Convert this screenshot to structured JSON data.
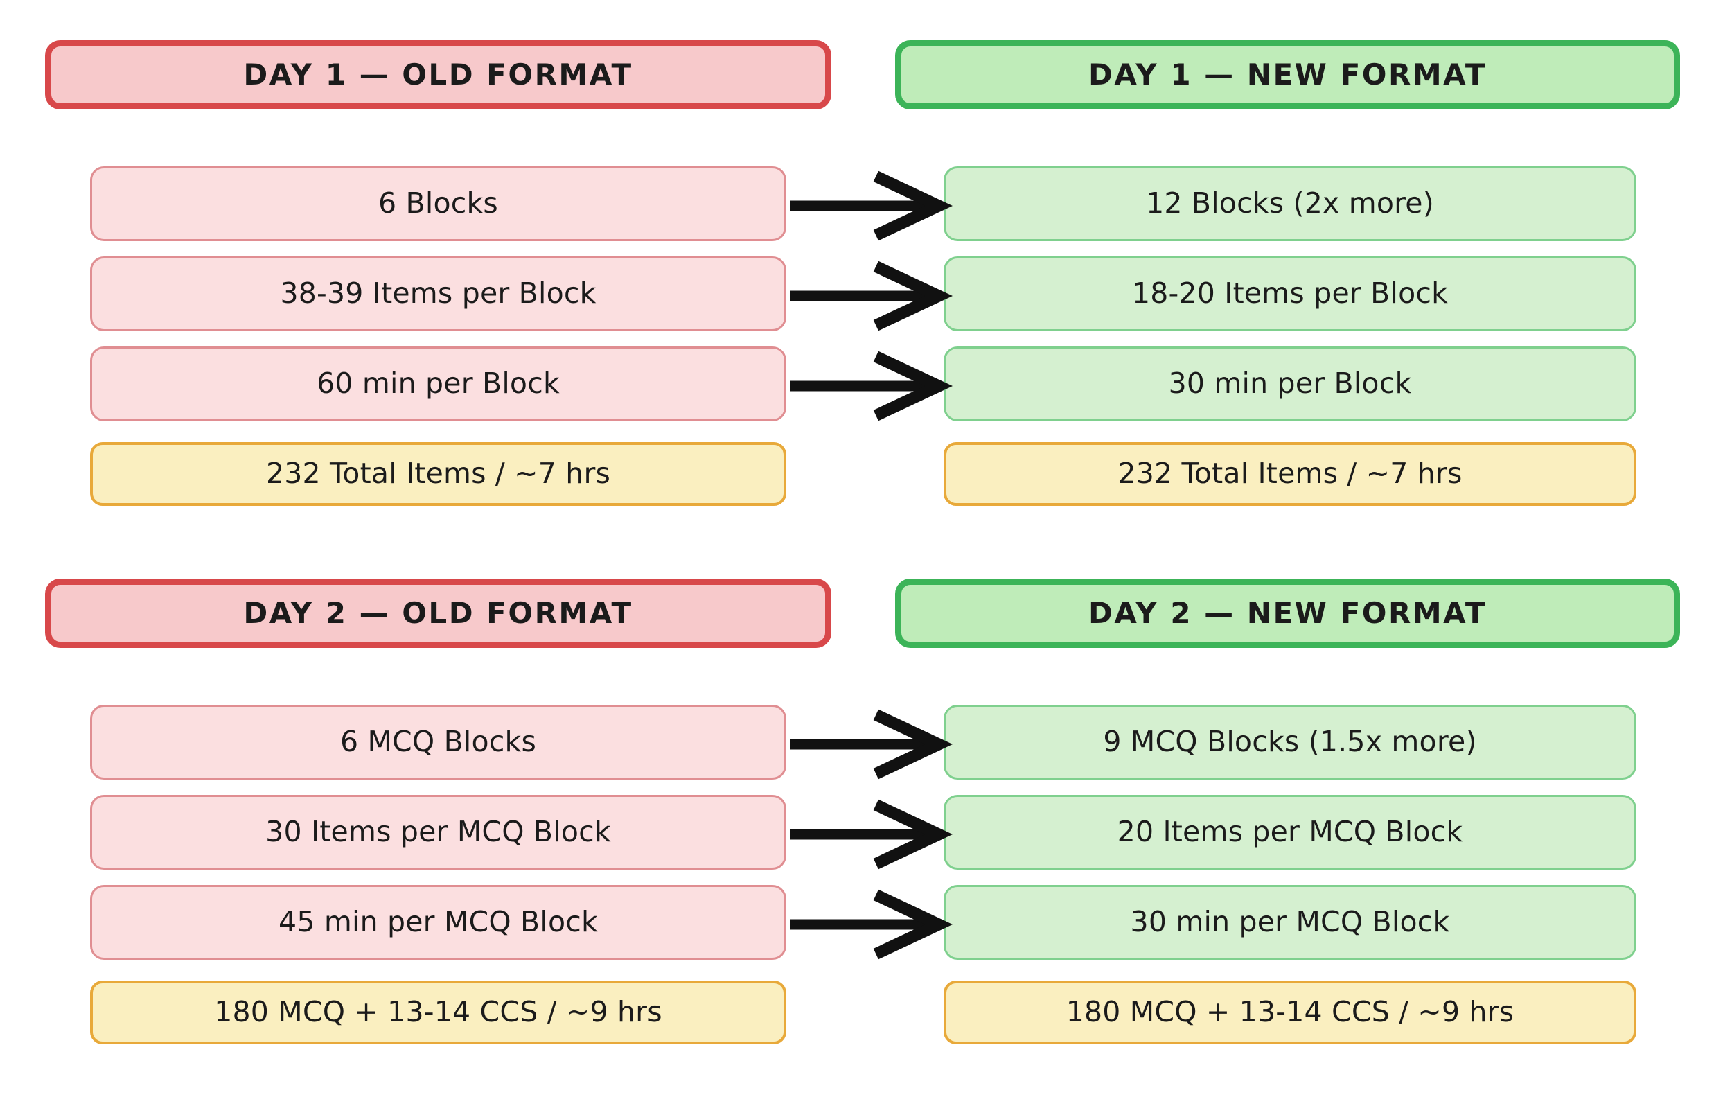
{
  "page": {
    "background": "#ffffff",
    "colors": {
      "old_header_fill": "#f7c9cb",
      "old_header_border": "#d8484a",
      "new_header_fill": "#bfecb9",
      "new_header_border": "#3cb458",
      "old_item_fill": "#fbdfe0",
      "old_item_border": "#e08e92",
      "new_item_fill": "#d5f0d0",
      "new_item_border": "#7fd08e",
      "total_fill": "#faefc0",
      "total_border": "#e8a93a",
      "arrow": "#111111",
      "text": "#1b1b1b"
    }
  },
  "sections": [
    {
      "id": "day-1",
      "old": {
        "header": "DAY 1 — OLD FORMAT",
        "items": [
          "6 Blocks",
          "38-39 Items per Block",
          "60 min per Block"
        ],
        "total": "232 Total Items / ~7 hrs"
      },
      "new": {
        "header": "DAY 1 — NEW FORMAT",
        "items": [
          "12 Blocks (2x more)",
          "18-20 Items per Block",
          "30 min per Block"
        ],
        "total": "232 Total Items / ~7 hrs"
      }
    },
    {
      "id": "day-2",
      "old": {
        "header": "DAY 2 — OLD FORMAT",
        "items": [
          "6 MCQ Blocks",
          "30 Items per MCQ Block",
          "45 min per MCQ Block"
        ],
        "total": "180 MCQ + 13-14 CCS / ~9 hrs"
      },
      "new": {
        "header": "DAY 2 — NEW FORMAT",
        "items": [
          "9 MCQ Blocks (1.5x more)",
          "20 Items per MCQ Block",
          "30 min per MCQ Block"
        ],
        "total": "180 MCQ + 13-14 CCS / ~9 hrs"
      }
    }
  ],
  "arrows": [
    {
      "name": "arrow-day1-row1",
      "from": "6 Blocks",
      "to": "12 Blocks (2x more)"
    },
    {
      "name": "arrow-day1-row2",
      "from": "38-39 Items per Block",
      "to": "18-20 Items per Block"
    },
    {
      "name": "arrow-day1-row3",
      "from": "60 min per Block",
      "to": "30 min per Block"
    },
    {
      "name": "arrow-day2-row1",
      "from": "6 MCQ Blocks",
      "to": "9 MCQ Blocks (1.5x more)"
    },
    {
      "name": "arrow-day2-row2",
      "from": "30 Items per MCQ Block",
      "to": "20 Items per MCQ Block"
    },
    {
      "name": "arrow-day2-row3",
      "from": "45 min per MCQ Block",
      "to": "30 min per MCQ Block"
    }
  ]
}
